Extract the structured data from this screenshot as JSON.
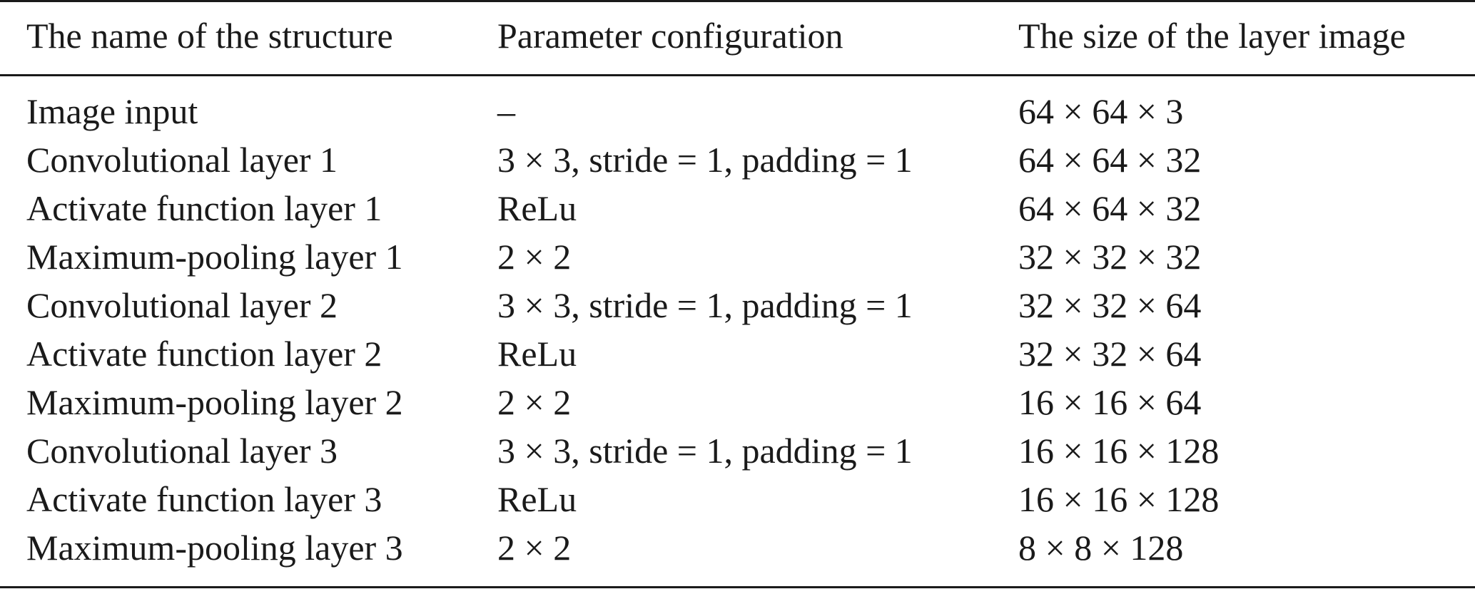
{
  "table": {
    "headers": [
      "The name of the structure",
      "Parameter configuration",
      "The size of the layer image"
    ],
    "rows": [
      [
        "Image input",
        "–",
        "64 × 64 × 3"
      ],
      [
        "Convolutional layer 1",
        "3 × 3, stride = 1, padding = 1",
        "64 × 64 × 32"
      ],
      [
        "Activate function layer 1",
        "ReLu",
        "64 × 64 × 32"
      ],
      [
        "Maximum-pooling layer 1",
        "2 × 2",
        "32 × 32 × 32"
      ],
      [
        "Convolutional layer 2",
        "3 × 3, stride = 1, padding = 1",
        "32 × 32 × 64"
      ],
      [
        "Activate function layer 2",
        "ReLu",
        "32 × 32 × 64"
      ],
      [
        "Maximum-pooling layer 2",
        "2 × 2",
        "16 × 16 × 64"
      ],
      [
        "Convolutional layer 3",
        "3 × 3, stride = 1, padding = 1",
        "16 × 16 × 128"
      ],
      [
        "Activate function layer 3",
        "ReLu",
        "16 × 16 × 128"
      ],
      [
        "Maximum-pooling layer 3",
        "2 × 2",
        "8 × 8 × 128"
      ]
    ]
  }
}
